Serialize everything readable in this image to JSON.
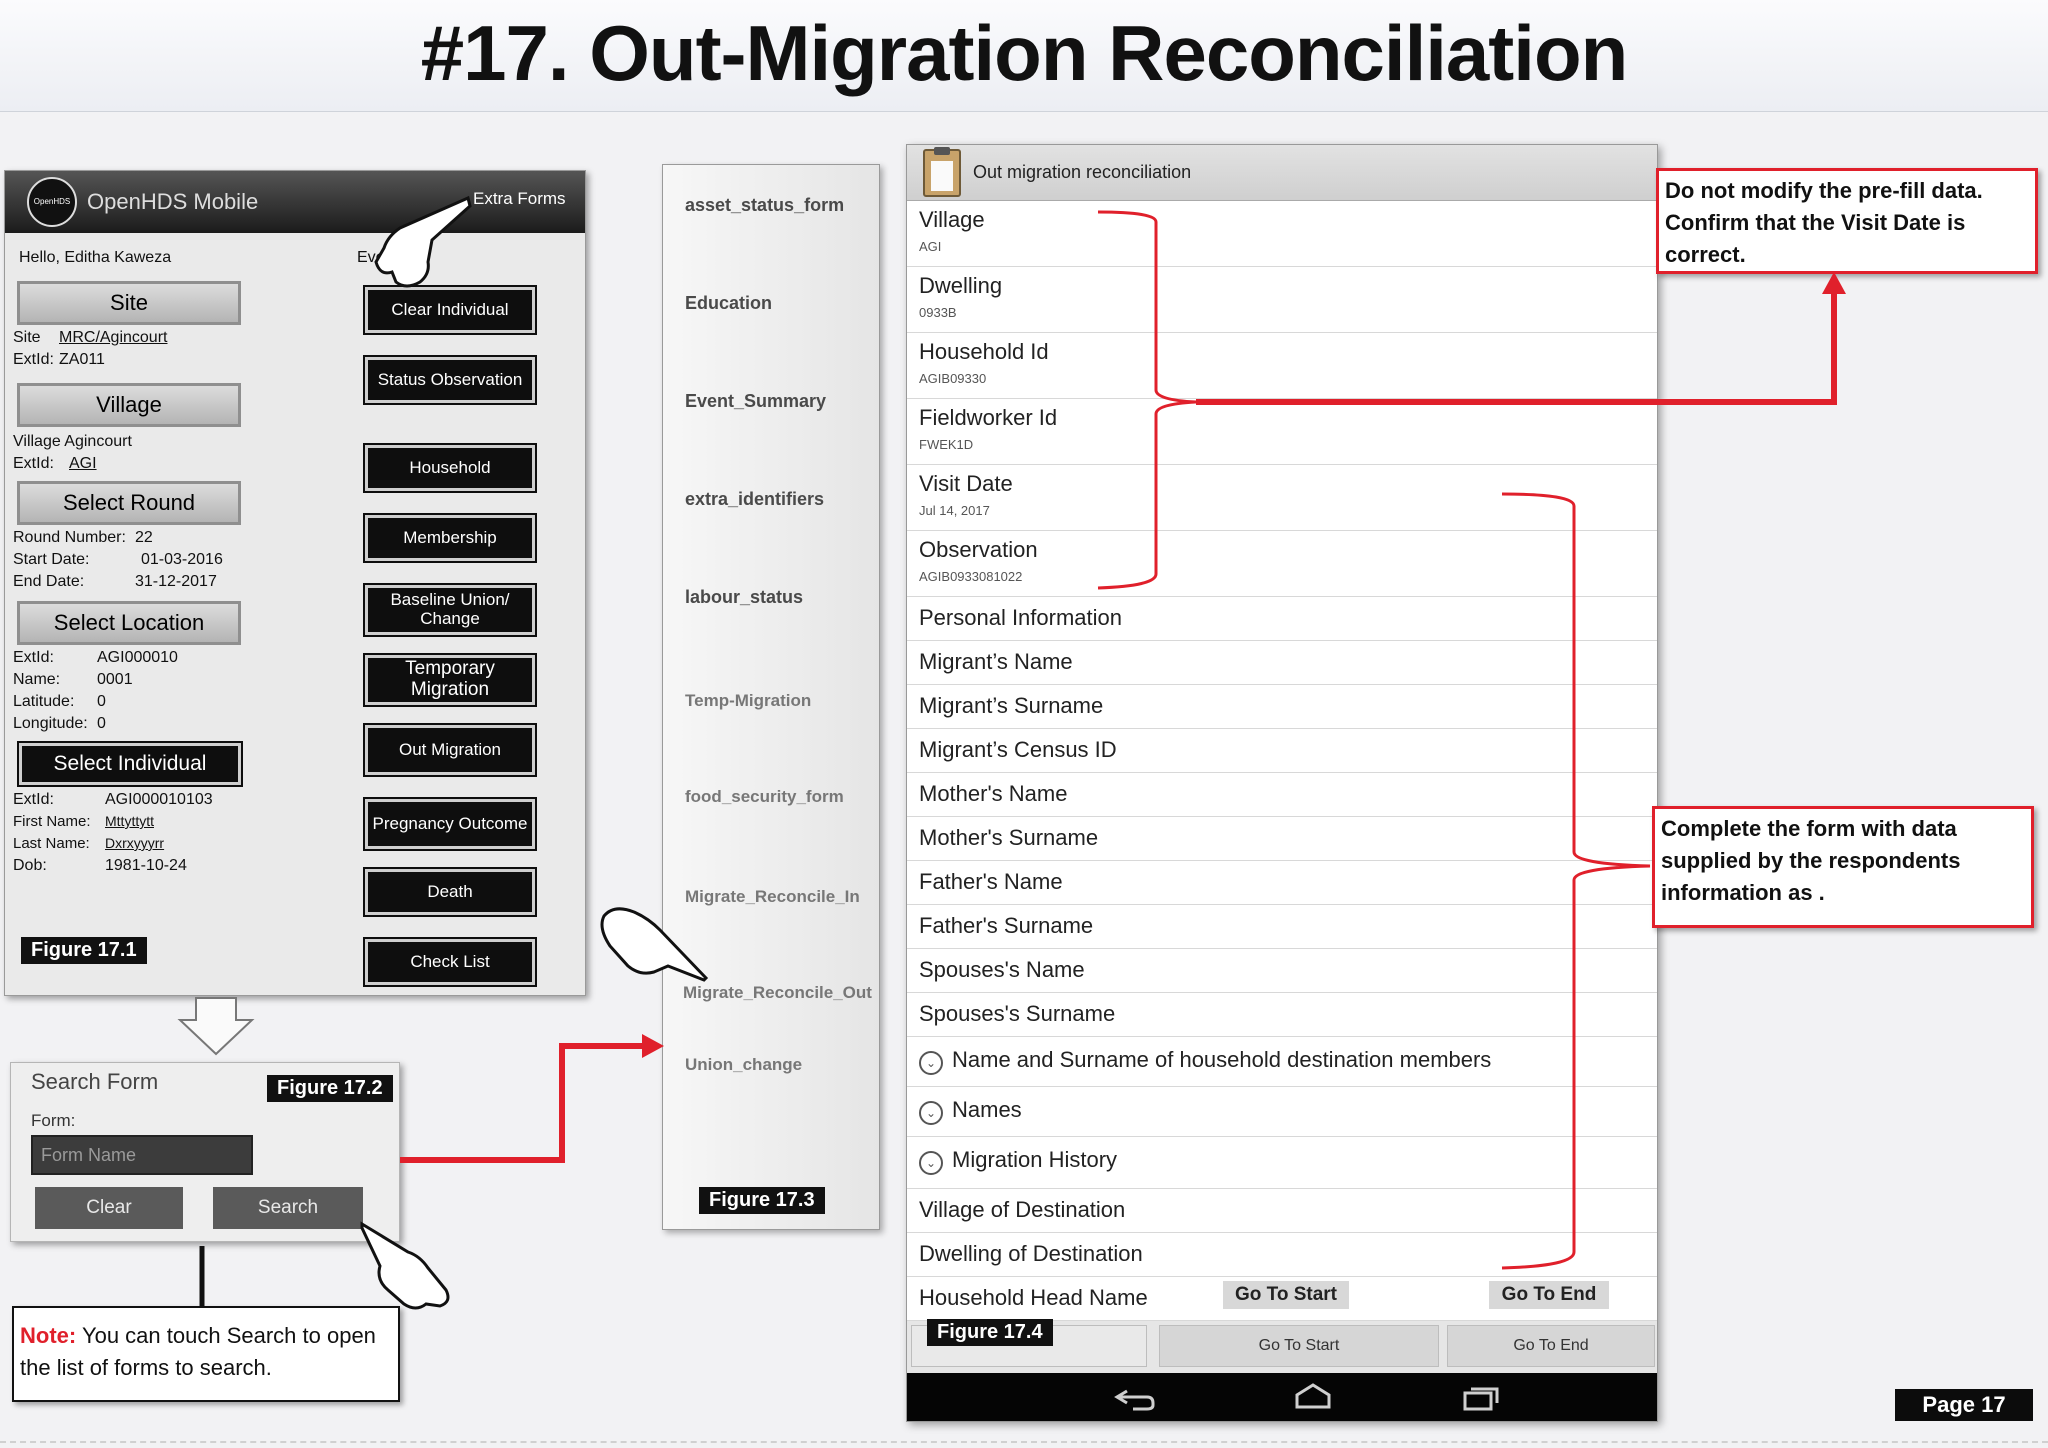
{
  "title": "#17. Out-Migration Reconciliation",
  "figure1": {
    "app_name": "OpenHDS Mobile",
    "logo_text": "OpenHDS",
    "extra_forms": "Extra Forms",
    "greeting": "Hello, Editha Kaweza",
    "events": "Events",
    "site_button": "Site",
    "site_label": "Site",
    "site_value": "MRC/Agincourt",
    "extid_label": "ExtId:",
    "site_extid": "ZA011",
    "village_button": "Village",
    "village_label": "Village Agincourt",
    "village_extid": "AGI",
    "select_round_button": "Select Round",
    "round_number_label": "Round Number:",
    "round_number": "22",
    "start_date_label": "Start Date:",
    "start_date": "01-03-2016",
    "end_date_label": "End Date:",
    "end_date": "31-12-2017",
    "select_location_button": "Select Location",
    "loc_extid": "AGI000010",
    "name_label": "Name:",
    "loc_name": "0001",
    "latitude_label": "Latitude:",
    "latitude": "0",
    "longitude_label": "Longitude:",
    "longitude": "0",
    "select_individual_button": "Select Individual",
    "ind_extid": "AGI000010103",
    "first_name_label": "First Name:",
    "first_name": "Mttyttytt",
    "last_name_label": "Last Name:",
    "last_name": "Dxrxyyyrr",
    "dob_label": "Dob:",
    "dob": "1981-10-24",
    "event_buttons": [
      "Clear Individual",
      "Status Observation",
      "Household",
      "Membership",
      "Baseline Union/ Change",
      "Temporary Migration",
      "Out Migration",
      "Pregnancy Outcome",
      "Death",
      "Check List"
    ],
    "figure_label": "Figure 17.1"
  },
  "figure2": {
    "title": "Search Form",
    "form_label": "Form:",
    "form_placeholder": "Form Name",
    "clear_button": "Clear",
    "search_button": "Search",
    "figure_label": "Figure 17.2"
  },
  "note": {
    "prefix": "Note:",
    "text": "You can touch Search to open the list of forms to search."
  },
  "figure3": {
    "forms": [
      "asset_status_form",
      "Education",
      "Event_Summary",
      "extra_identifiers",
      "labour_status",
      "Temp-Migration",
      "food_security_form",
      "Migrate_Reconcile_In",
      "Migrate_Reconcile_Out",
      "Union_change"
    ],
    "figure_label": "Figure 17.3"
  },
  "figure4": {
    "header": "Out migration reconciliation",
    "prefilled": [
      {
        "label": "Village",
        "value": "AGI"
      },
      {
        "label": "Dwelling",
        "value": "0933B"
      },
      {
        "label": "Household Id",
        "value": "AGIB09330"
      },
      {
        "label": "Fieldworker Id",
        "value": "FWEK1D"
      },
      {
        "label": "Visit Date",
        "value": "Jul 14, 2017"
      },
      {
        "label": "Observation",
        "value": "AGIB0933081022"
      }
    ],
    "fields": [
      "Personal Information",
      "Migrant’s Name",
      "Migrant’s Surname",
      "Migrant’s Census ID",
      "Mother's Name",
      "Mother's Surname",
      "Father's Name",
      "Father's Surname",
      "Spouses's Name",
      "Spouses's Surname"
    ],
    "groups": [
      "Name and Surname of household destination members",
      "Names",
      "Migration History"
    ],
    "fields2": [
      "Village of Destination",
      "Dwelling of Destination"
    ],
    "household_head": "Household Head Name",
    "go_to_start_inline": "Go To Start",
    "go_to_end_inline": "Go To End",
    "go_to_start": "Go To Start",
    "go_to_end": "Go To End",
    "figure_label": "Figure 17.4"
  },
  "callout_top": "Do not modify the pre-fill data. Confirm that the Visit Date is correct.",
  "callout_mid": "Complete the form with data supplied by the respondents information as .",
  "page_number": "Page 17",
  "icons": {
    "logo": "openhds-logo-icon",
    "clipboard": "clipboard-icon",
    "back": "back-icon",
    "home": "home-icon",
    "recent": "recent-apps-icon",
    "hand": "pointing-hand-icon",
    "down_arrow": "down-arrow-icon",
    "expand": "expand-circle-icon"
  },
  "colors": {
    "accent_red": "#e0202b",
    "dark": "#0e0e0e"
  }
}
